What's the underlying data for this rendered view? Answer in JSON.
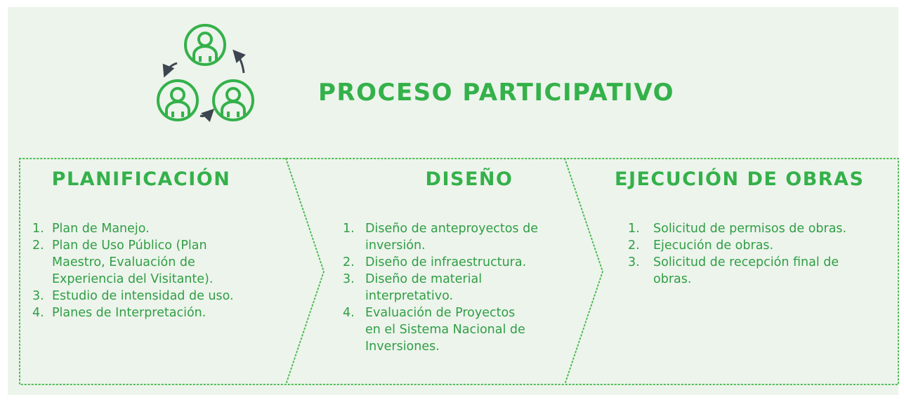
{
  "title": "PROCESO PARTICIPATIVO",
  "logo": {
    "icon": "participation-cycle-icon",
    "color": "#34b14a",
    "arrow_color": "#3d4550"
  },
  "colors": {
    "accent": "#34b14a",
    "text": "#2f9e44",
    "background": "#edf4ec",
    "border": "#4cbb52"
  },
  "stages": [
    {
      "heading": "PLANIFICACIÓN",
      "items": [
        {
          "num": "1.",
          "text": "Plan de Manejo."
        },
        {
          "num": "2.",
          "text": "Plan de Uso Público (Plan Maestro, Evaluación de Experiencia del Visitante)."
        },
        {
          "num": "3.",
          "text": "Estudio de intensidad de uso."
        },
        {
          "num": "4.",
          "text": "Planes de Interpretación."
        }
      ]
    },
    {
      "heading": "DISEÑO",
      "items": [
        {
          "num": "1.",
          "text": "Diseño de anteproyectos de inversión."
        },
        {
          "num": "2.",
          "text": "Diseño de infraestructura."
        },
        {
          "num": "3.",
          "text": "Diseño de material interpretativo."
        },
        {
          "num": "4.",
          "text": "Evaluación de Proyectos en el Sistema Nacional de Inversiones."
        }
      ]
    },
    {
      "heading": "EJECUCIÓN DE OBRAS",
      "items": [
        {
          "num": "1.",
          "text": "Solicitud de permisos de obras."
        },
        {
          "num": "2.",
          "text": "Ejecución de obras."
        },
        {
          "num": "3.",
          "text": "Solicitud de recepción final de obras."
        }
      ]
    }
  ]
}
